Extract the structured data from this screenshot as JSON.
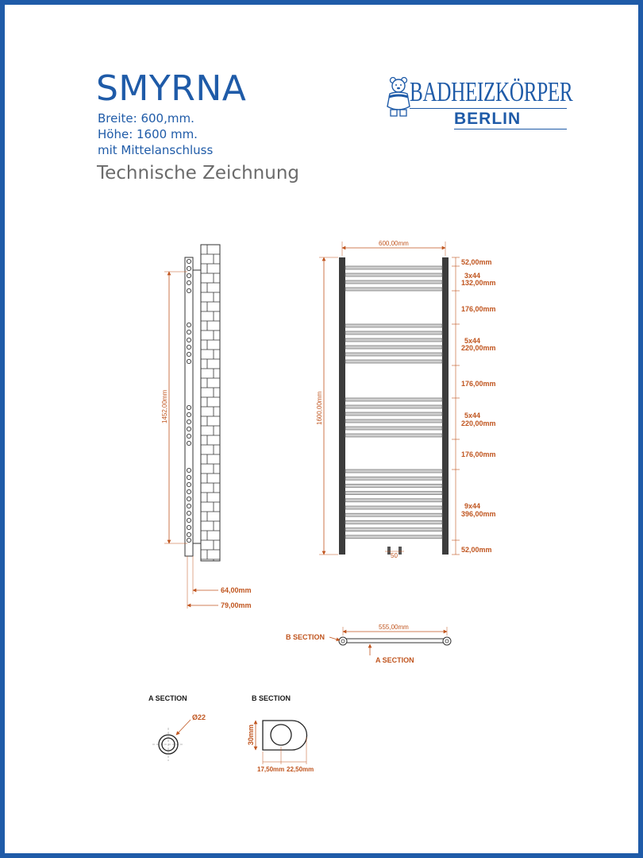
{
  "product": {
    "name": "SMYRNA",
    "width_label": "Breite: 600,mm.",
    "height_label": "Höhe: 1600 mm.",
    "connection_label": "mit Mittelanschluss",
    "drawing_title": "Technische Zeichnung"
  },
  "logo": {
    "line1": "BADHEIZKÖRPER",
    "line2": "BERLIN",
    "color": "#1f5ba8"
  },
  "colors": {
    "frame": "#1f5ba8",
    "dimension": "#c0551f",
    "rail": "#3c3c3c"
  },
  "side_view": {
    "height_dim": "1452,00mm",
    "dim_64": "64,00mm",
    "dim_79": "79,00mm"
  },
  "front_view": {
    "width_dim": "600,00mm",
    "height_dim": "1600,00mm",
    "center_dim": "50",
    "right_dims": [
      {
        "label": "52,00mm"
      },
      {
        "label": "3x44"
      },
      {
        "label": "132,00mm"
      },
      {
        "label": "176,00mm"
      },
      {
        "label": "5x44"
      },
      {
        "label": "220,00mm"
      },
      {
        "label": "176,00mm"
      },
      {
        "label": "5x44"
      },
      {
        "label": "220,00mm"
      },
      {
        "label": "176,00mm"
      },
      {
        "label": "9x44"
      },
      {
        "label": "396,00mm"
      },
      {
        "label": "52,00mm"
      }
    ]
  },
  "top_view": {
    "width_dim": "555,00mm",
    "b_section_label": "B SECTION",
    "a_section_label": "A SECTION"
  },
  "a_section": {
    "title": "A SECTION",
    "diameter": "Ø22"
  },
  "b_section": {
    "title": "B SECTION",
    "height_dim": "30mm",
    "dim_left": "17,50mm",
    "dim_right": "22,50mm"
  }
}
